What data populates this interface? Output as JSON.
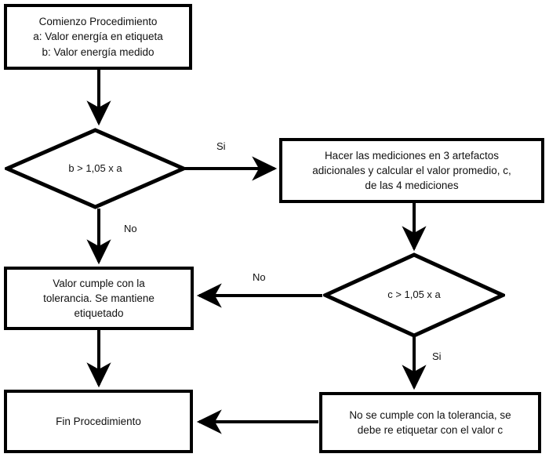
{
  "diagram": {
    "title": "Diagrama de flujo de procedimiento de verificacion de etiquetado de energia",
    "type": "flowchart",
    "language": "es",
    "colors": {
      "stroke": "#000000",
      "fill": "#ffffff",
      "text": "#111111"
    },
    "nodes": [
      {
        "id": "start",
        "shape": "process",
        "text": "Comienzo Procedimiento\na: Valor energía en etiqueta\nb: Valor energía medido"
      },
      {
        "id": "decision_b",
        "shape": "decision",
        "text": "b > 1,05 x a"
      },
      {
        "id": "measure",
        "shape": "process",
        "text": "Hacer las mediciones en 3 artefactos\nadicionales y calcular el valor promedio, c,\nde las 4 mediciones"
      },
      {
        "id": "decision_c",
        "shape": "decision",
        "text": "c > 1,05 x a"
      },
      {
        "id": "complies",
        "shape": "process",
        "text": "Valor cumple con la\ntolerancia. Se mantiene\netiquetado"
      },
      {
        "id": "not_complies",
        "shape": "process",
        "text": "No se cumple con la tolerancia, se\ndebe re etiquetar con el valor c"
      },
      {
        "id": "end",
        "shape": "process",
        "text": "Fin Procedimiento"
      }
    ],
    "edge_labels": {
      "b_yes": "Si",
      "b_no": "No",
      "c_no": "No",
      "c_yes": "Si"
    }
  }
}
